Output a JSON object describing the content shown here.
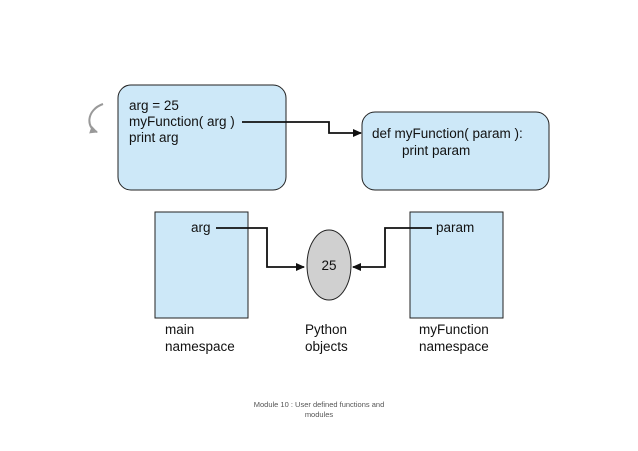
{
  "diagram": {
    "main_code": {
      "line1": "arg = 25",
      "line2": "myFunction( arg )",
      "line3": "print arg"
    },
    "function_code": {
      "line1": "def myFunction( param ):",
      "line2": "print param"
    },
    "main_namespace": {
      "variable": "arg",
      "caption_line1": "main",
      "caption_line2": "namespace"
    },
    "function_namespace": {
      "variable": "param",
      "caption_line1": "myFunction",
      "caption_line2": "namespace"
    },
    "python_object": {
      "value": "25",
      "caption_line1": "Python",
      "caption_line2": "objects"
    }
  },
  "footer": {
    "line1": "Module 10 : User defined functions and",
    "line2": "modules"
  },
  "colors": {
    "box_fill": "#cde8f8",
    "object_fill": "#d0d0d0",
    "loop_arrow": "#999999",
    "stroke": "#111111"
  }
}
